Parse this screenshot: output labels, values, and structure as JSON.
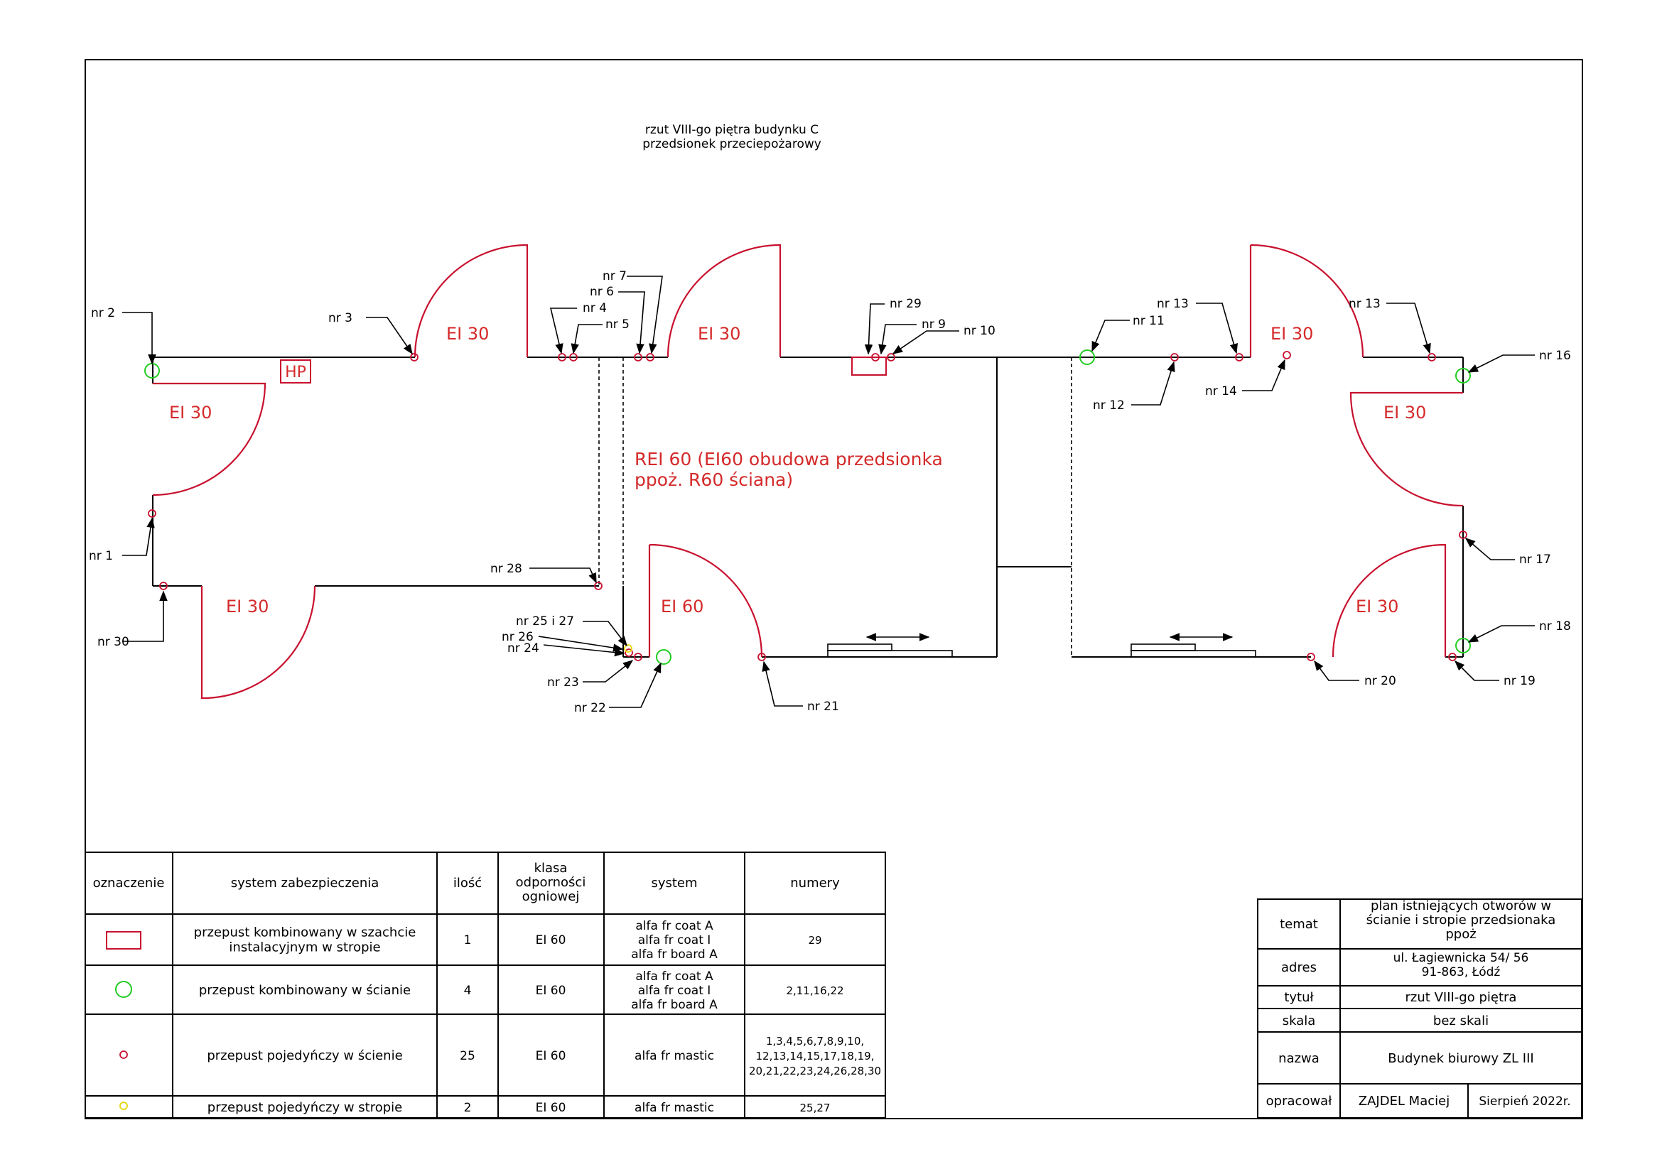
{
  "colors": {
    "wall": "#000000",
    "fire_door": "#c8102e",
    "combined_penetration": "#22cc22",
    "single_wall_penetration": "#c8102e",
    "single_ceiling_penetration": "#e6d81a"
  },
  "plan": {
    "title_line1": "rzut VIII-go piętra budynku C",
    "title_line2": "przedsionek przeciepożarowy",
    "hp_label": "HP",
    "wall_note_line1": "REI 60 (EI60 obudowa przedsionka",
    "wall_note_line2": "ppoż. R60 ściana)",
    "door_labels": [
      "EI 30",
      "EI 30",
      "EI 30",
      "EI 30",
      "EI 30",
      "EI 60",
      "EI 30",
      "EI 30"
    ],
    "markers": [
      {
        "id": "nr 1",
        "kind": "single_wall"
      },
      {
        "id": "nr 2",
        "kind": "combined"
      },
      {
        "id": "nr 3",
        "kind": "single_wall"
      },
      {
        "id": "nr 4",
        "kind": "single_wall"
      },
      {
        "id": "nr 5",
        "kind": "single_wall"
      },
      {
        "id": "nr 6",
        "kind": "single_wall"
      },
      {
        "id": "nr 7",
        "kind": "single_wall"
      },
      {
        "id": "nr 29",
        "kind": "shaft"
      },
      {
        "id": "nr 9",
        "kind": "single_wall"
      },
      {
        "id": "nr 10",
        "kind": "single_wall"
      },
      {
        "id": "nr 11",
        "kind": "combined"
      },
      {
        "id": "nr 12",
        "kind": "single_wall"
      },
      {
        "id": "nr 13",
        "kind": "single_wall"
      },
      {
        "id": "nr 14",
        "kind": "single_wall"
      },
      {
        "id": "nr 13",
        "kind": "single_wall"
      },
      {
        "id": "nr 16",
        "kind": "combined"
      },
      {
        "id": "nr 17",
        "kind": "single_wall"
      },
      {
        "id": "nr 18",
        "kind": "combined"
      },
      {
        "id": "nr 19",
        "kind": "single_wall"
      },
      {
        "id": "nr 20",
        "kind": "single_wall"
      },
      {
        "id": "nr 21",
        "kind": "single_wall"
      },
      {
        "id": "nr 22",
        "kind": "combined"
      },
      {
        "id": "nr 23",
        "kind": "single_wall"
      },
      {
        "id": "nr 24",
        "kind": "single_wall"
      },
      {
        "id": "nr 26",
        "kind": "single_wall"
      },
      {
        "id": "nr 25 i 27",
        "kind": "single_ceiling"
      },
      {
        "id": "nr 28",
        "kind": "single_wall"
      },
      {
        "id": "nr 30",
        "kind": "single_wall"
      }
    ]
  },
  "legend": {
    "headers": [
      "oznaczenie",
      "system zabezpieczenia",
      "ilość",
      "klasa odporności ogniowej",
      "system",
      "numery"
    ],
    "rows": [
      {
        "symbol": "red-rectangle",
        "name": "przepust kombinowany w szachcie instalacyjnym w stropie",
        "count": "1",
        "class": "EI 60",
        "system": "alfa fr coat A alfa fr coat I alfa fr board A",
        "numbers": "29"
      },
      {
        "symbol": "green-circle",
        "name": "przepust kombinowany w ścianie",
        "count": "4",
        "class": "EI 60",
        "system": "alfa fr coat A alfa fr coat I alfa fr board A",
        "numbers": "2,11,16,22"
      },
      {
        "symbol": "small-red-circle",
        "name": "przepust pojedyńczy w ścienie",
        "count": "25",
        "class": "EI 60",
        "system": "alfa fr mastic",
        "numbers": "1,3,4,5,6,7,8,9,10,12,13,14,15,17,18,19,20,21,22,23,24,26,28,30"
      },
      {
        "symbol": "small-yellow-circle",
        "name": "przepust pojedyńczy w stropie",
        "count": "2",
        "class": "EI 60",
        "system": "alfa fr mastic",
        "numbers": "25,27"
      }
    ]
  },
  "title_block": {
    "temat_label": "temat",
    "temat_value": "plan istniejących otworów w ścianie i stropie przedsionaka ppoż",
    "adres_label": "adres",
    "adres_value": "ul. Łagiewnicka 54/ 56 91-863, Łódź",
    "tytul_label": "tytuł",
    "tytul_value": "rzut VIII-go piętra",
    "skala_label": "skala",
    "skala_value": "bez skali",
    "nazwa_label": "nazwa",
    "nazwa_value": "Budynek biurowy ZL III",
    "opracowal_label": "opracował",
    "opracowal_value": "ZAJDEL Maciej",
    "date_value": "Sierpień 2022r."
  }
}
